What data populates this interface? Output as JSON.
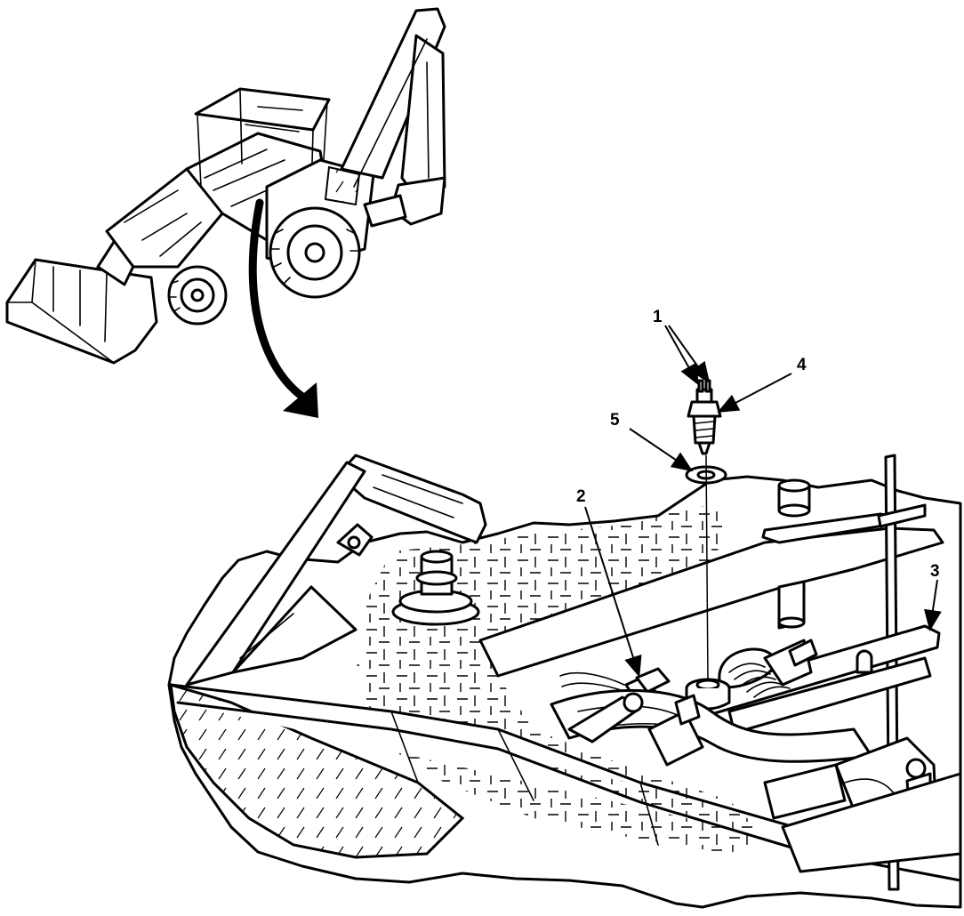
{
  "colors": {
    "ink": "#000000",
    "paper": "#ffffff"
  },
  "callouts": {
    "c1": "1",
    "c2": "2",
    "c3": "3",
    "c4": "4",
    "c5": "5"
  }
}
